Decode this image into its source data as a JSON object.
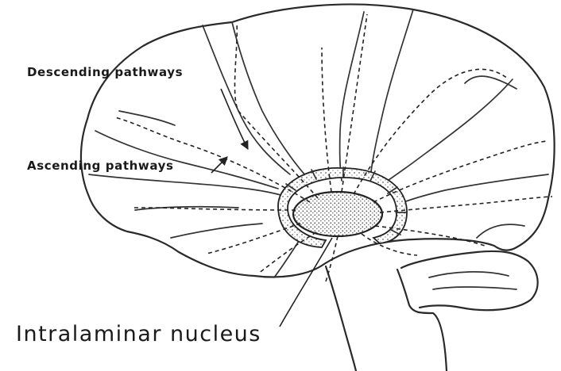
{
  "labels": {
    "descending": "Descending pathways",
    "ascending": "Ascending pathways",
    "intralaminar": "Intralaminar nucleus"
  },
  "colors": {
    "line": "#222222",
    "stipple": "#bdbdbd",
    "background": "#ffffff"
  }
}
